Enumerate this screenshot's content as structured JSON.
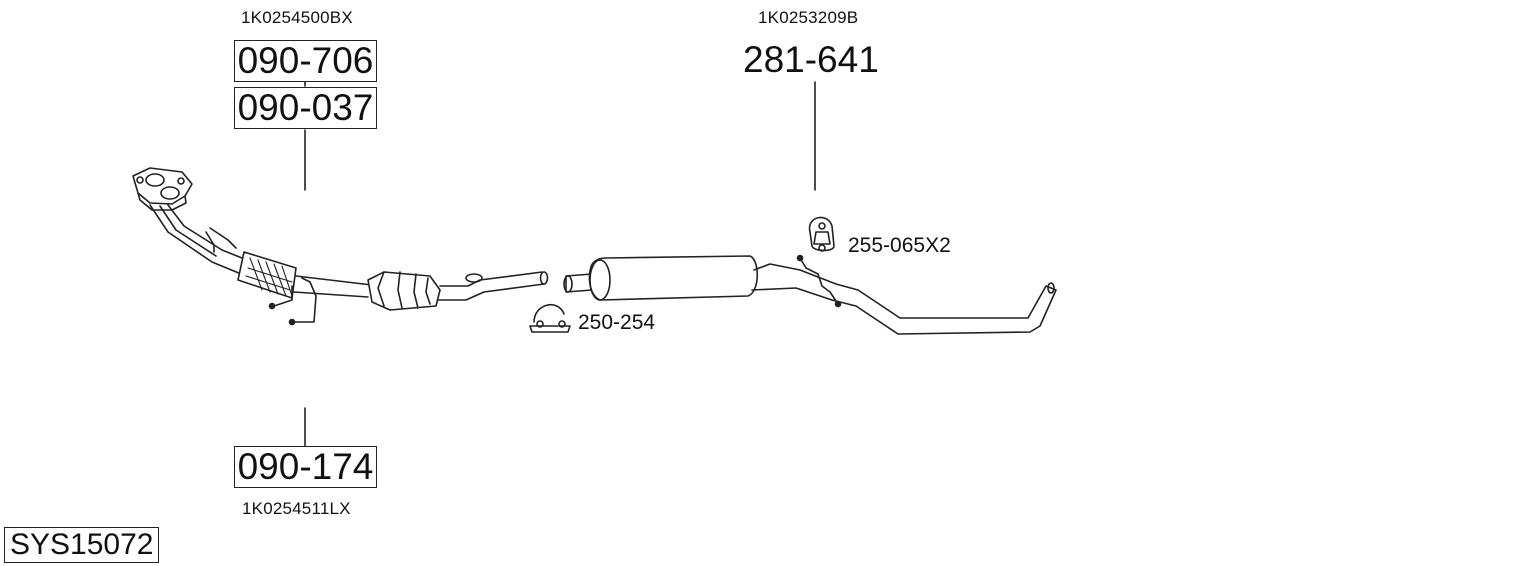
{
  "system_code": "SYS15072",
  "parts": {
    "manifold_pipe": {
      "oe_number": "1K0254500BX",
      "part_number": "090-706"
    },
    "manifold_pipe_alt": {
      "part_number": "090-037"
    },
    "catalytic_converter": {
      "oe_number": "1K0254511LX",
      "part_number": "090-174"
    },
    "rear_silencer": {
      "oe_number": "1K0253209B",
      "part_number": "281-641"
    },
    "clamp": {
      "part_number": "250-254"
    },
    "rubber_mount": {
      "part_number": "255-065X2"
    }
  }
}
